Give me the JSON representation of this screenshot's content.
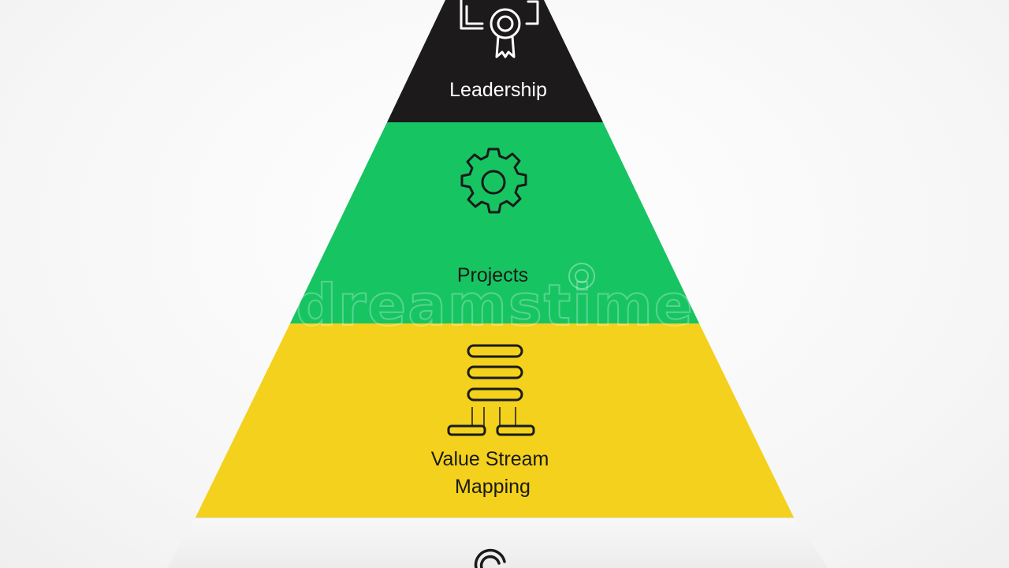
{
  "diagram": {
    "tiers": [
      {
        "id": "leadership",
        "label_lines": [
          "Leadership"
        ],
        "fill": "#1c1a1a",
        "text_color": "#ffffff",
        "icon": "certificate-icon"
      },
      {
        "id": "projects",
        "label_lines": [
          "Projects"
        ],
        "fill": "#17c462",
        "text_color": "#1a1a1a",
        "icon": "gear-icon"
      },
      {
        "id": "value-stream-mapping",
        "label_lines": [
          "Value Stream",
          "Mapping"
        ],
        "fill": "#f3d11c",
        "text_color": "#1a1a1a",
        "icon": "value-stream-icon"
      },
      {
        "id": "base",
        "label_lines": [],
        "fill": "#f1f1f1",
        "text_color": "#1a1a1a",
        "icon": "circle-arrow-icon"
      }
    ],
    "watermark": "dreamstime"
  }
}
